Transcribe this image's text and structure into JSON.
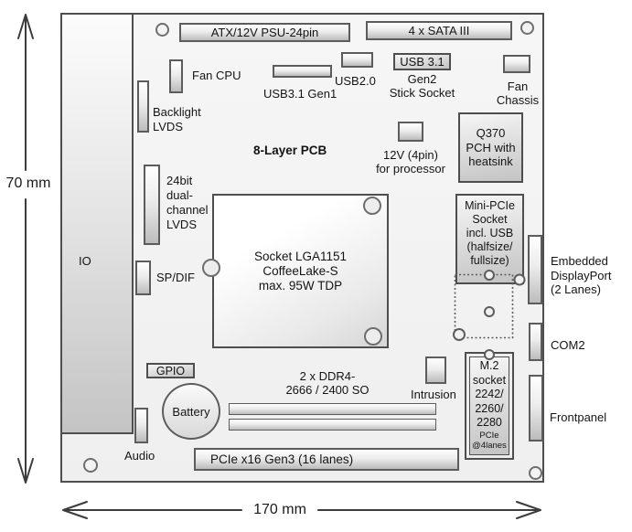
{
  "dimensions": {
    "height": "70 mm",
    "width": "170 mm"
  },
  "labels": {
    "io": "IO",
    "pcb": "8-Layer PCB",
    "atx": "ATX/12V PSU-24pin",
    "sata": "4 x SATA III",
    "fan_cpu": "Fan CPU",
    "usb31_gen1": "USB3.1 Gen1",
    "usb20": "USB2.0",
    "usb31_gen2": "USB 3.1",
    "usb31_gen2_caption": "Gen2\nStick Socket",
    "fan_chassis": "Fan\nChassis",
    "backlight_lvds": "Backlight\nLVDS",
    "power_12v": "12V (4pin)\nfor processor",
    "pch": "Q370\nPCH with\nheatsink",
    "lvds_24bit": "24bit\ndual-\nchannel\nLVDS",
    "mini_pcie": "Mini-PCIe\nSocket\nincl. USB\n(halfsize/\nfullsize)",
    "cpu_socket": "Socket LGA1151\nCoffeeLake-S\nmax. 95W TDP",
    "spdif": "SP/DIF",
    "edp": "Embedded\nDisplayPort\n(2 Lanes)",
    "com2": "COM2",
    "gpio": "GPIO",
    "ddr4": "2 x DDR4-\n2666 / 2400 SO",
    "intrusion": "Intrusion",
    "m2_socket": "M.2\nsocket\n2242/\n2260/\n2280",
    "m2_lanes": "PCIe\n@4lanes",
    "battery": "Battery",
    "frontpanel": "Frontpanel",
    "audio": "Audio",
    "pcie_x16": "PCIe x16 Gen3 (16 lanes)"
  },
  "colors": {
    "board_border": "#4e4e4e",
    "board_fill": "#f2f2f2",
    "text": "#141414"
  }
}
